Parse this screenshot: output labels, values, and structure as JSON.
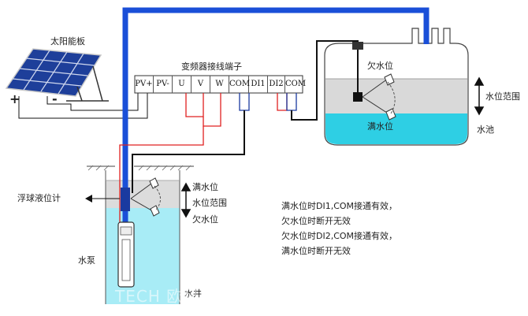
{
  "labels": {
    "solar_panel": "太阳能板",
    "inverter_terminal": "变频器接线端子",
    "float_meter": "浮球液位计",
    "well_full": "满水位",
    "well_range": "水位范围",
    "well_low": "欠水位",
    "pump": "水泵",
    "well": "水井",
    "tank_low": "欠水位",
    "tank_range": "水位范围",
    "tank_full": "满水位",
    "tank": "水池",
    "plus": "+",
    "minus": "-",
    "watermark": "TECH 欧科"
  },
  "terminals": [
    "PV+",
    "PV-",
    "U",
    "V",
    "W",
    "COM",
    "DI1",
    "DI2",
    "COM"
  ],
  "notes": [
    "满水位时DI1,COM接通有效，",
    "欠水位时断开无效",
    "欠水位时DI2,COM接通有效，",
    "满水位时断开无效"
  ],
  "colors": {
    "pipe": "#1a4fd8",
    "water": "#a8ecf6",
    "water_tank": "#2ecfe4",
    "range_band": "#d8d8d8",
    "wire_red": "#e02020",
    "wire_blue": "#1a3aa0",
    "wire_black": "#111111",
    "solar_cell": "#1e3f9a"
  },
  "icons": [
    "solar-panel-icon",
    "float-switch-icon",
    "pump-icon",
    "level-arrow-icon",
    "pointer-arrow-icon"
  ]
}
